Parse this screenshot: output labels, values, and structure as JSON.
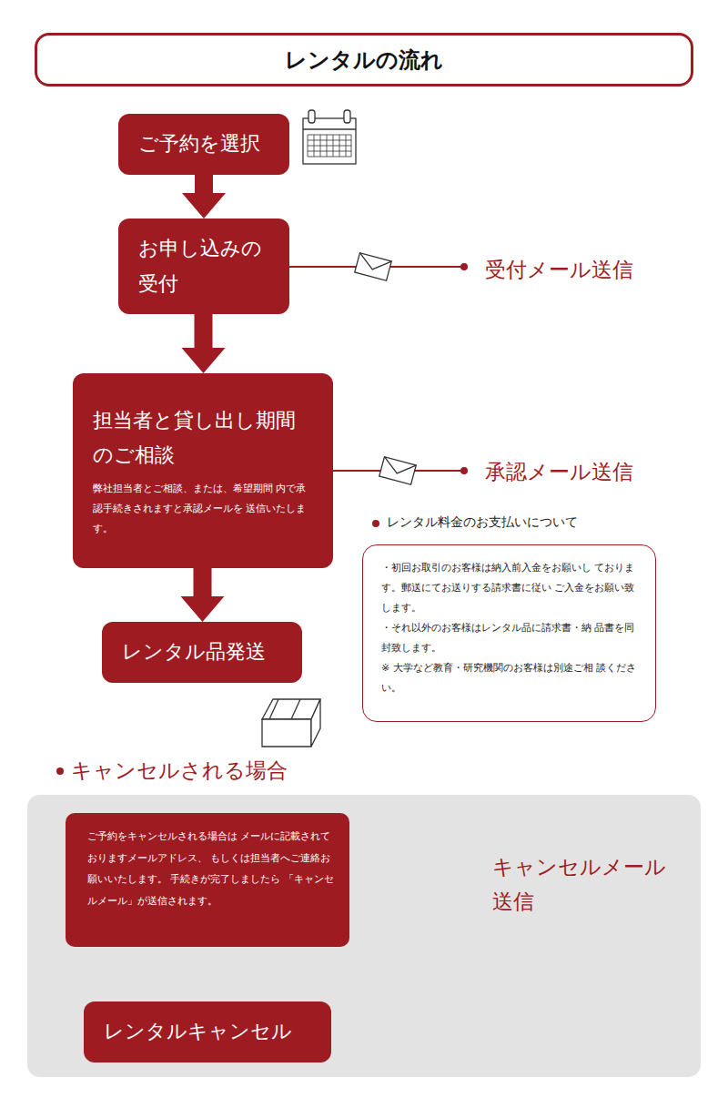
{
  "diagram": {
    "title": "レンタルの流れ",
    "nodes": [
      {
        "text": [
          "ご予約を選択"
        ]
      },
      {
        "text": [
          "お申し込みの 受付"
        ]
      },
      {
        "text": [
          "担当者と貸し出し期間 のご相談",
          "弊社担当者とご相談、または、希望期間 内で承認手続きされますと承認メールを 送信いたします。"
        ]
      },
      {
        "text": [
          "レンタル品発送"
        ]
      },
      {
        "text": [
          "レンタル料金のお支払いについて",
          "・初回お取引のお客様は納入前入金をお願いし ております。郵送にてお送りする請求書に従い ご入金をお願い致します。",
          "・それ以外のお客様はレンタル品に請求書・納 品書を同封致します。",
          "※ 大学など教育・研究機関のお客様は別途ご相 談ください。"
        ]
      },
      {
        "text": [
          "キャンセルされる場合"
        ]
      },
      {
        "text": [
          "ご予約をキャンセルされる場合は メールに記載されておりますメールアドレス、 もしくは担当者へご連絡お願いいたします。 手続きが完了しましたら 「キャンセルメール」が送信されます。"
        ],
        "in": 5
      },
      {
        "text": [
          "レンタルキャンセル"
        ],
        "in": 5
      }
    ],
    "edges": [
      {
        "from": 0,
        "to": 1,
        "arrow": "to"
      },
      {
        "from": 1,
        "to": 2,
        "arrow": "to"
      },
      {
        "from": 2,
        "to": 3,
        "arrow": "to"
      },
      {
        "from": 6,
        "to": 7,
        "arrow": "to"
      }
    ],
    "labels": [
      "受付メール送信",
      "承認メール送信",
      "キャンセルメール 送信"
    ]
  }
}
